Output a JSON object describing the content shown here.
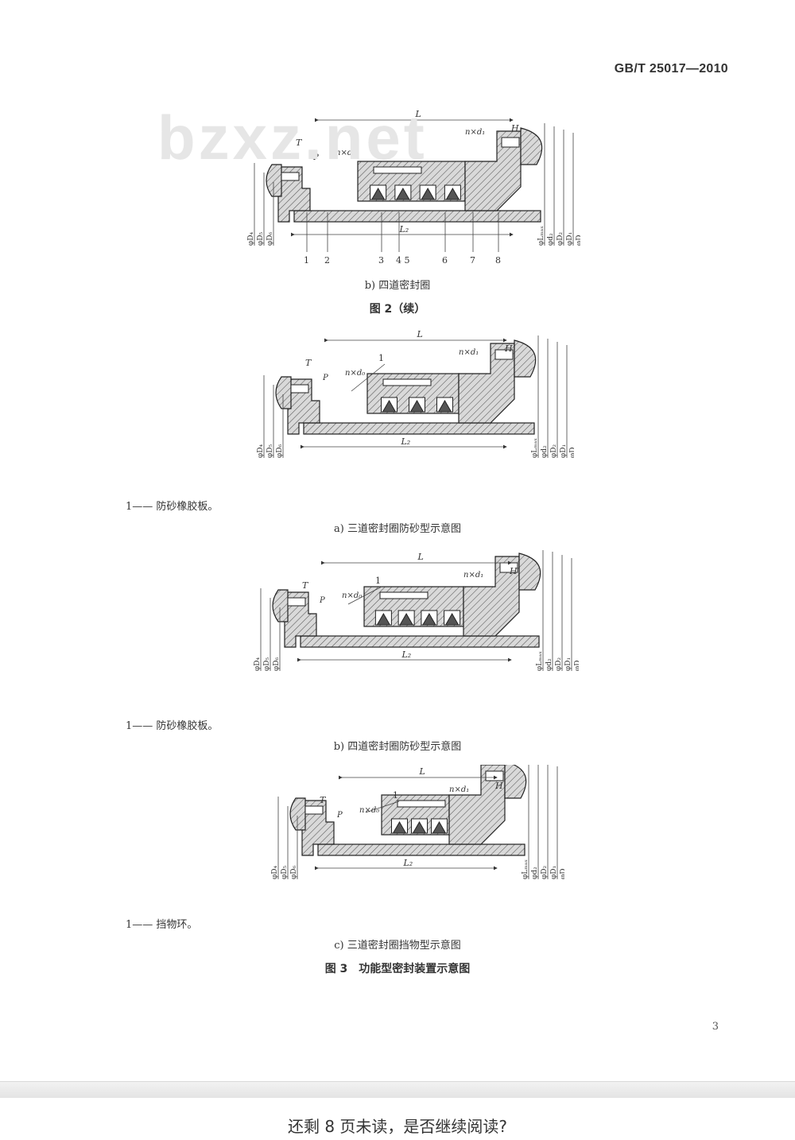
{
  "header": {
    "standard_code": "GB/T 25017—2010"
  },
  "watermark": "bzxz.net",
  "figures": [
    {
      "id": "fig2b",
      "labels": {
        "L": "L",
        "L2": "L₂",
        "T": "T",
        "P": "P",
        "H": "H",
        "nd0": "n×d₀",
        "nd1": "n×d₁"
      },
      "left_dims": [
        "φD₄",
        "φD₅",
        "φD₆"
      ],
      "right_dims": [
        "φLₘₐₓ",
        "φd₂",
        "φD₂",
        "φD₁",
        "φD"
      ],
      "callouts": [
        "1",
        "2",
        "3",
        "4 5",
        "6",
        "7",
        "8"
      ],
      "caption": "b) 四道密封圈"
    },
    {
      "id": "fig3a",
      "labels": {
        "L": "L",
        "L2": "L₂",
        "T": "T",
        "P": "P",
        "H": "H",
        "nd0": "n×d₀",
        "nd1": "n×d₁"
      },
      "left_dims": [
        "φD₄",
        "φD₅",
        "φD₆"
      ],
      "right_dims": [
        "φLₘₐₓ",
        "φd₂",
        "φD₂",
        "φD₁",
        "φD"
      ],
      "callouts": [
        "1"
      ],
      "legend": "1—— 防砂橡胶板。",
      "caption": "a) 三道密封圈防砂型示意图"
    },
    {
      "id": "fig3b",
      "labels": {
        "L": "L",
        "L2": "L₂",
        "T": "T",
        "P": "P",
        "H": "H",
        "nd0": "n×d₀",
        "nd1": "n×d₁"
      },
      "left_dims": [
        "φD₄",
        "φD₅",
        "φD₆"
      ],
      "right_dims": [
        "φLₘₐₓ",
        "φd₂",
        "φD₂",
        "φD₁",
        "φD"
      ],
      "callouts": [
        "1"
      ],
      "legend": "1—— 防砂橡胶板。",
      "caption": "b) 四道密封圈防砂型示意图"
    },
    {
      "id": "fig3c",
      "labels": {
        "L": "L",
        "L2": "L₂",
        "T": "T",
        "P": "P",
        "H": "H",
        "nd0": "n×d₀",
        "nd1": "n×d₁"
      },
      "left_dims": [
        "φD₄",
        "φD₅",
        "φD₆"
      ],
      "right_dims": [
        "φLₘₐₓ",
        "φd₂",
        "φD₂",
        "φD₁",
        "φD"
      ],
      "callouts": [
        "1"
      ],
      "legend": "1—— 挡物环。",
      "caption": "c) 三道密封圈挡物型示意图"
    }
  ],
  "fig2_title": "图 2（续）",
  "fig3_title": "图 3　功能型密封装置示意图",
  "page_number": "3",
  "footer": {
    "continue_text": "还剩 8 页未读，是否继续阅读?"
  }
}
